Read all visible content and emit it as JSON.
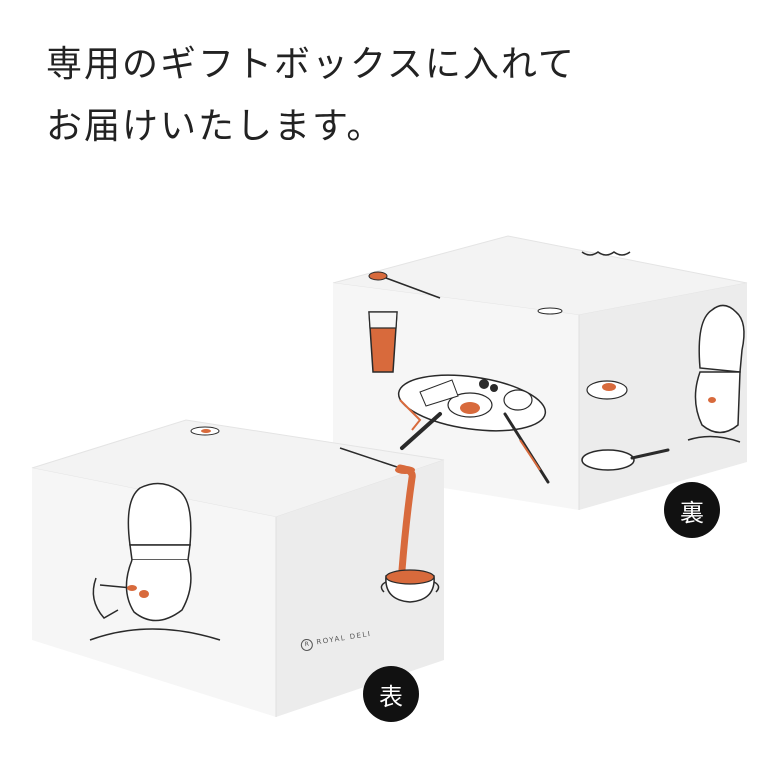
{
  "headline": {
    "line1": "専用のギフトボックスに入れて",
    "line2": "お届けいたします。"
  },
  "labels": {
    "back": "裏",
    "front": "表"
  },
  "brand": {
    "logo_letter": "R",
    "name": "ROYAL DELI"
  },
  "colors": {
    "accent": "#d86a3c",
    "box_light": "#f6f6f6",
    "box_shade": "#eaeaea",
    "ink": "#2a2a2a"
  }
}
